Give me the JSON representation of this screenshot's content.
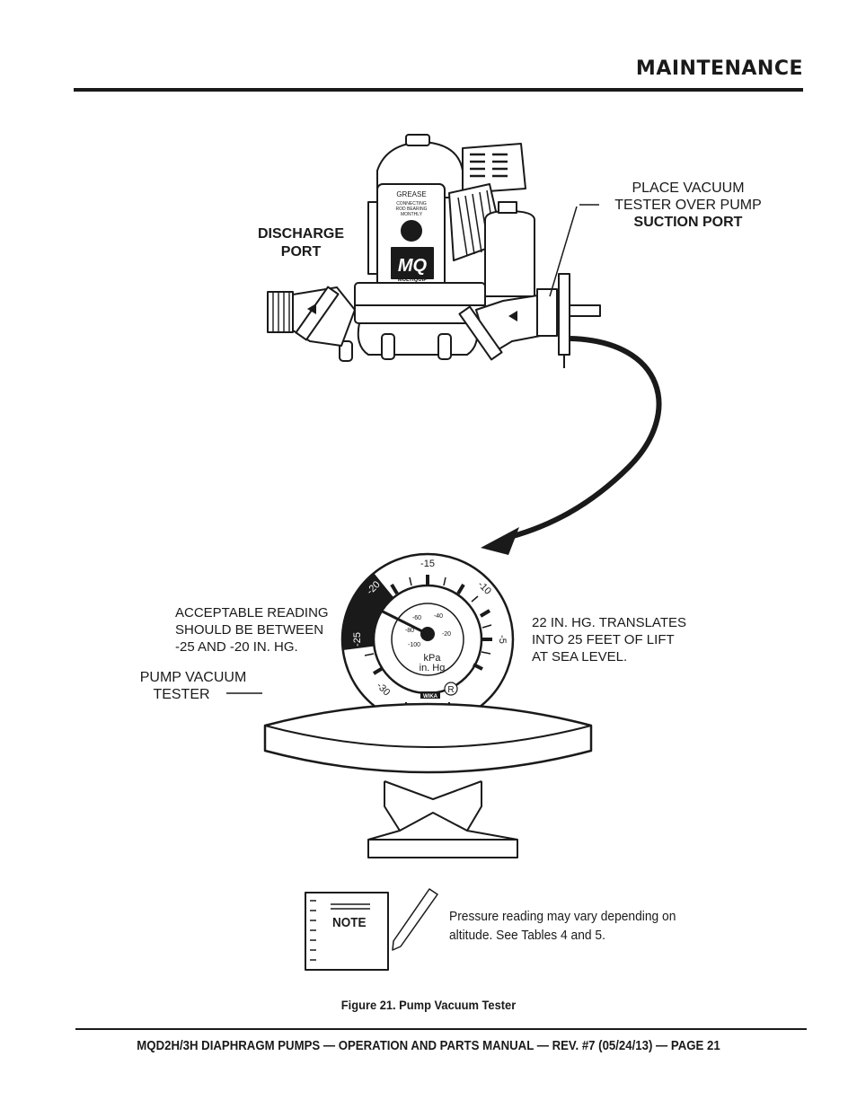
{
  "header": {
    "section_title": "MAINTENANCE"
  },
  "figure": {
    "pump_labels": {
      "grease": "GREASE",
      "grease_note_1": "CONNECTING",
      "grease_note_2": "ROD BEARING",
      "grease_note_3": "MONTHLY",
      "logo": "MQ",
      "brand": "MULTIQUIP"
    },
    "callouts": {
      "discharge_1": "DISCHARGE",
      "discharge_2": "PORT",
      "vacuum_1": "PLACE VACUUM",
      "vacuum_2": "TESTER OVER PUMP",
      "vacuum_3": "SUCTION PORT",
      "acceptable_1": "ACCEPTABLE READING",
      "acceptable_2": "SHOULD BE BETWEEN",
      "acceptable_3": "-25 AND -20 IN. HG.",
      "lift_1": "22 IN. HG. TRANSLATES",
      "lift_2": "INTO 25 FEET OF LIFT",
      "lift_3": "AT SEA LEVEL.",
      "tester_1": "PUMP VACUUM",
      "tester_2": "TESTER"
    },
    "gauge": {
      "outer_scale": [
        "-30",
        "-25",
        "-20",
        "-15",
        "-10",
        "-5"
      ],
      "inner_scale": [
        "-100",
        "-80",
        "-60",
        "-40",
        "-20"
      ],
      "unit_kpa": "kPa",
      "unit_hg": "in. Hg",
      "maker": "WIKA",
      "registered": "R"
    },
    "note": {
      "label": "NOTE",
      "text": "Pressure reading may vary depending on altitude. See Tables 4 and 5."
    },
    "caption": "Figure 21. Pump Vacuum Tester"
  },
  "footer": {
    "text": "MQD2H/3H DIAPHRAGM PUMPS — OPERATION AND PARTS MANUAL — REV. #7 (05/24/13) — PAGE 21"
  }
}
